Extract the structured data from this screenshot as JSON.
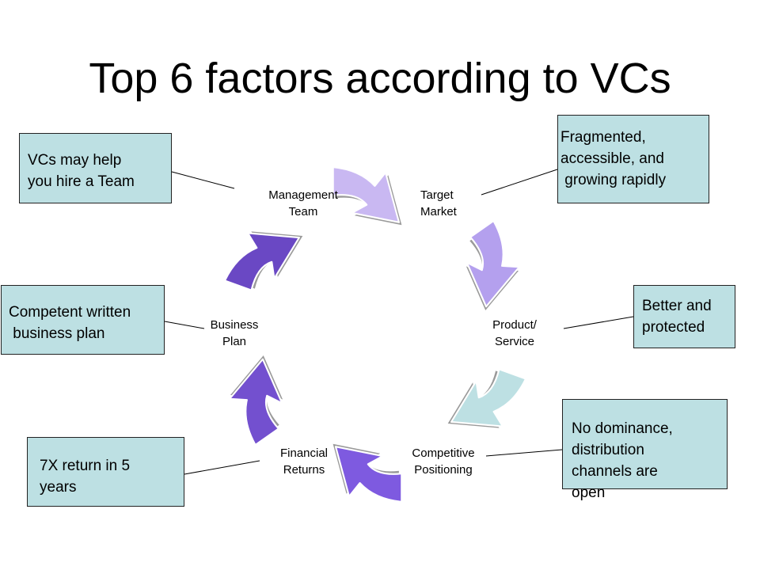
{
  "title": "Top 6 factors according to VCs",
  "nodes": [
    {
      "id": "management-team",
      "label_lines": [
        "Management",
        "Team"
      ]
    },
    {
      "id": "target-market",
      "label_lines": [
        "Target",
        "Market"
      ]
    },
    {
      "id": "product-service",
      "label_lines": [
        "Product/",
        "Service"
      ]
    },
    {
      "id": "competitive-positioning",
      "label_lines": [
        "Competitive",
        "Positioning"
      ]
    },
    {
      "id": "financial-returns",
      "label_lines": [
        "Financial",
        "Returns"
      ]
    },
    {
      "id": "business-plan",
      "label_lines": [
        "Business",
        "Plan"
      ]
    }
  ],
  "notes": {
    "management-team": "VCs may help\nyou hire a Team",
    "target-market": "Fragmented,\naccessible, and\n growing rapidly",
    "product-service": "Better and\nprotected",
    "competitive-positioning": "No dominance,\ndistribution\nchannels are\nopen",
    "financial-returns": "7X return in 5\nyears",
    "business-plan": "Competent written\n business plan"
  },
  "colors": {
    "note_fill": "#bde0e3",
    "arrow_management_to_target": "#c9b8f2",
    "arrow_target_to_product": "#b4a0ee",
    "arrow_product_to_competitive": "#bde0e3",
    "arrow_competitive_to_financial": "#7e5ae0",
    "arrow_financial_to_business": "#7350cf",
    "arrow_business_to_management": "#6a48c4"
  }
}
